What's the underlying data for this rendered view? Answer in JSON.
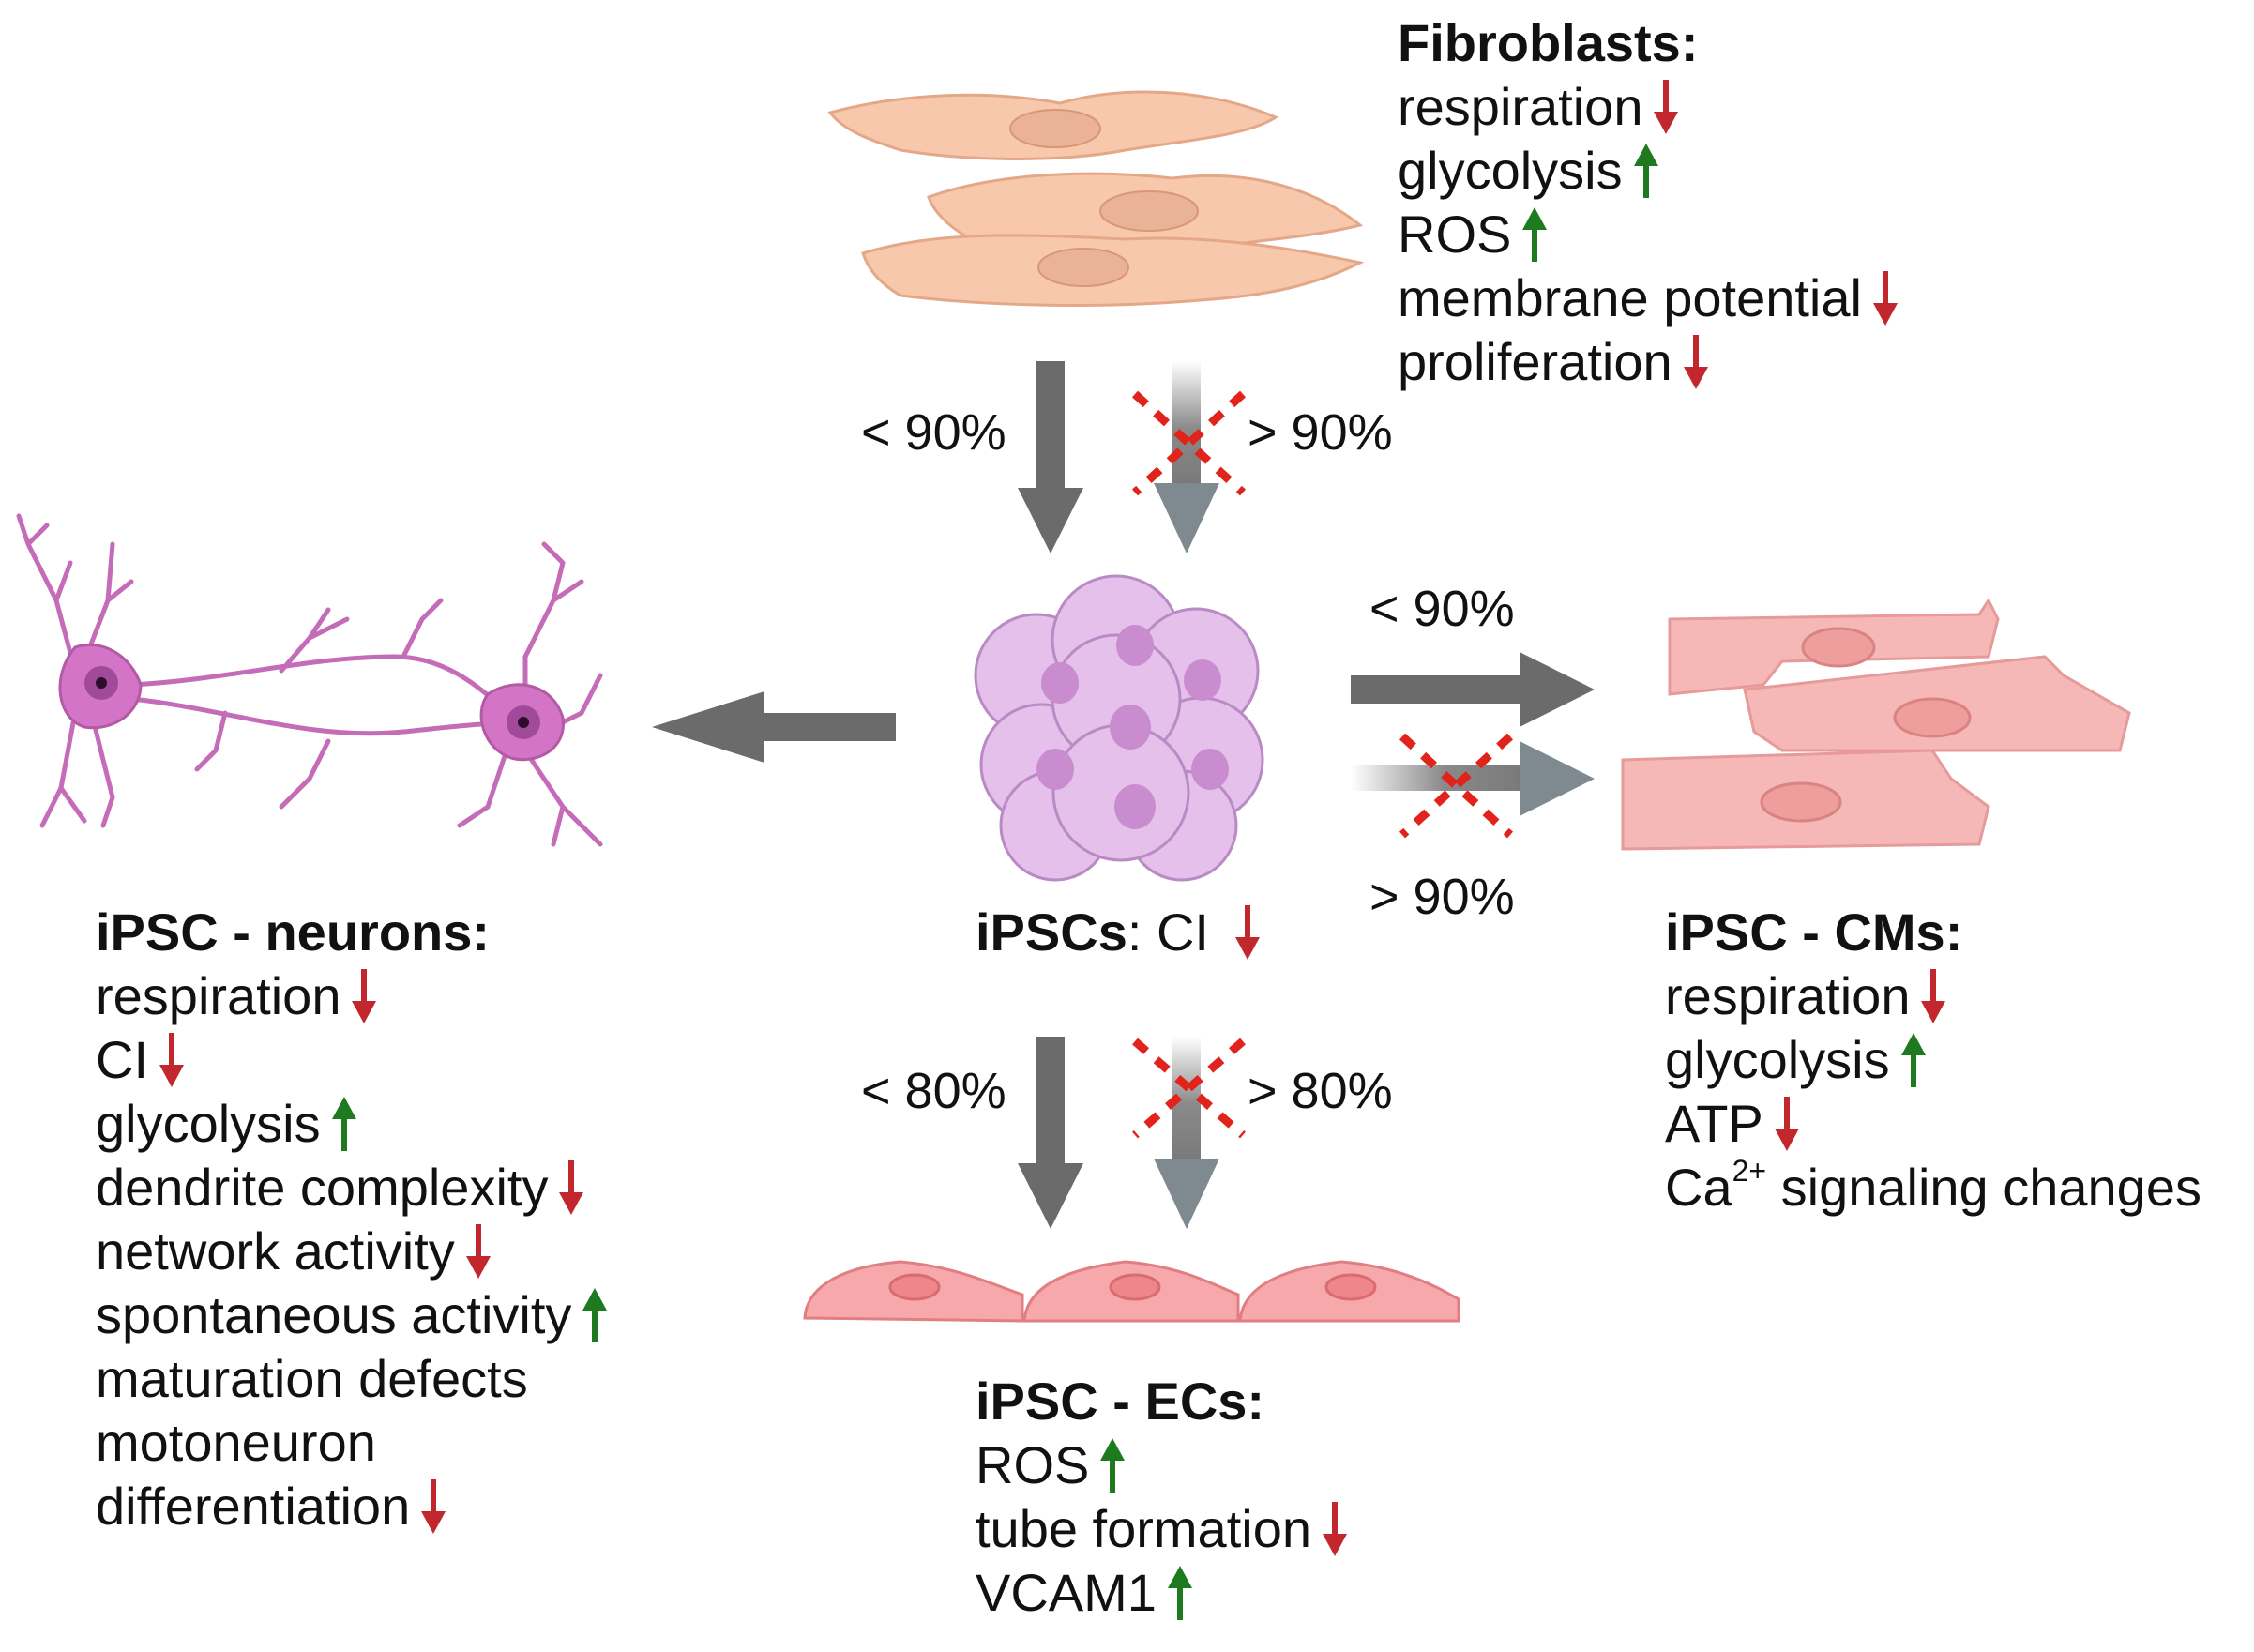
{
  "colors": {
    "down": "#c1272d",
    "up": "#1f7a1f",
    "arrow": "#6b6b6b",
    "cross": "#e0241b"
  },
  "fibroblasts": {
    "title": "Fibroblasts:",
    "items": [
      {
        "text": "respiration",
        "dir": "down"
      },
      {
        "text": "glycolysis",
        "dir": "up"
      },
      {
        "text": "ROS",
        "dir": "up"
      },
      {
        "text": "membrane potential",
        "dir": "down"
      },
      {
        "text": "proliferation",
        "dir": "down"
      }
    ]
  },
  "thresholds": {
    "fib_to_ipsc_ok": "< 90%",
    "fib_to_ipsc_blocked": "> 90%",
    "ipsc_to_cm_ok": "< 90%",
    "ipsc_to_cm_blocked": "> 90%",
    "ipsc_to_ec_ok": "< 80%",
    "ipsc_to_ec_blocked": "> 80%"
  },
  "ipscs": {
    "label_bold": "iPSCs",
    "label_rest": ": CI",
    "dir": "down"
  },
  "neurons": {
    "title": "iPSC - neurons:",
    "items": [
      {
        "text": "respiration",
        "dir": "down"
      },
      {
        "text": "CI",
        "dir": "down"
      },
      {
        "text": "glycolysis",
        "dir": "up"
      },
      {
        "text": "dendrite complexity",
        "dir": "down"
      },
      {
        "text": "network activity",
        "dir": "down"
      },
      {
        "text": "spontaneous activity",
        "dir": "up"
      },
      {
        "text": "maturation defects",
        "dir": ""
      },
      {
        "text": "motoneuron",
        "dir": ""
      },
      {
        "text": "differentiation",
        "dir": "down"
      }
    ]
  },
  "cms": {
    "title": "iPSC - CMs:",
    "items": [
      {
        "text": "respiration",
        "dir": "down"
      },
      {
        "text": "glycolysis",
        "dir": "up"
      },
      {
        "text": "ATP",
        "dir": "down"
      }
    ],
    "ca_base": "Ca",
    "ca_sup": "2+",
    "ca_rest": " signaling changes"
  },
  "ecs": {
    "title": "iPSC - ECs:",
    "items": [
      {
        "text": "ROS",
        "dir": "up"
      },
      {
        "text": "tube formation",
        "dir": "down"
      },
      {
        "text": "VCAM1",
        "dir": "up"
      }
    ]
  }
}
